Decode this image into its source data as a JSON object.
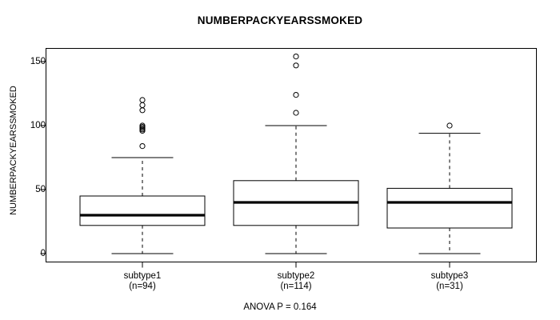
{
  "chart_data": {
    "type": "box",
    "title": "NUMBERPACKYEARSSMOKED",
    "xlabel": "",
    "ylabel": "NUMBERPACKYEARSSMOKED",
    "ylim": [
      -5,
      160
    ],
    "yticks": [
      0,
      50,
      100,
      150
    ],
    "ytick_labels": [
      "0",
      "50",
      "100",
      "150"
    ],
    "grid": false,
    "legend": "none",
    "annotation": "ANOVA P = 0.164",
    "categories": [
      "subtype1",
      "subtype2",
      "subtype3"
    ],
    "category_counts": [
      94,
      114,
      31
    ],
    "category_labels": [
      "subtype1",
      "subtype2",
      "subtype3"
    ],
    "category_sublabels": [
      "(n=94)",
      "(n=114)",
      "(n=31)"
    ],
    "boxes": [
      {
        "name": "subtype1",
        "n": 94,
        "lower_whisker": 0,
        "q1": 22,
        "median": 30,
        "q3": 45,
        "upper_whisker": 75,
        "outliers": [
          120,
          116,
          112,
          100,
          99,
          98,
          97,
          96,
          84
        ]
      },
      {
        "name": "subtype2",
        "n": 114,
        "lower_whisker": 0,
        "q1": 22,
        "median": 40,
        "q3": 57,
        "upper_whisker": 100,
        "outliers": [
          154,
          147,
          124,
          110
        ]
      },
      {
        "name": "subtype3",
        "n": 31,
        "lower_whisker": 0,
        "q1": 20,
        "median": 40,
        "q3": 51,
        "upper_whisker": 94,
        "outliers": [
          100
        ]
      }
    ]
  },
  "colors": {
    "axis": "#000000",
    "box_stroke": "#000000",
    "box_fill": "#ffffff",
    "background": "#ffffff"
  }
}
